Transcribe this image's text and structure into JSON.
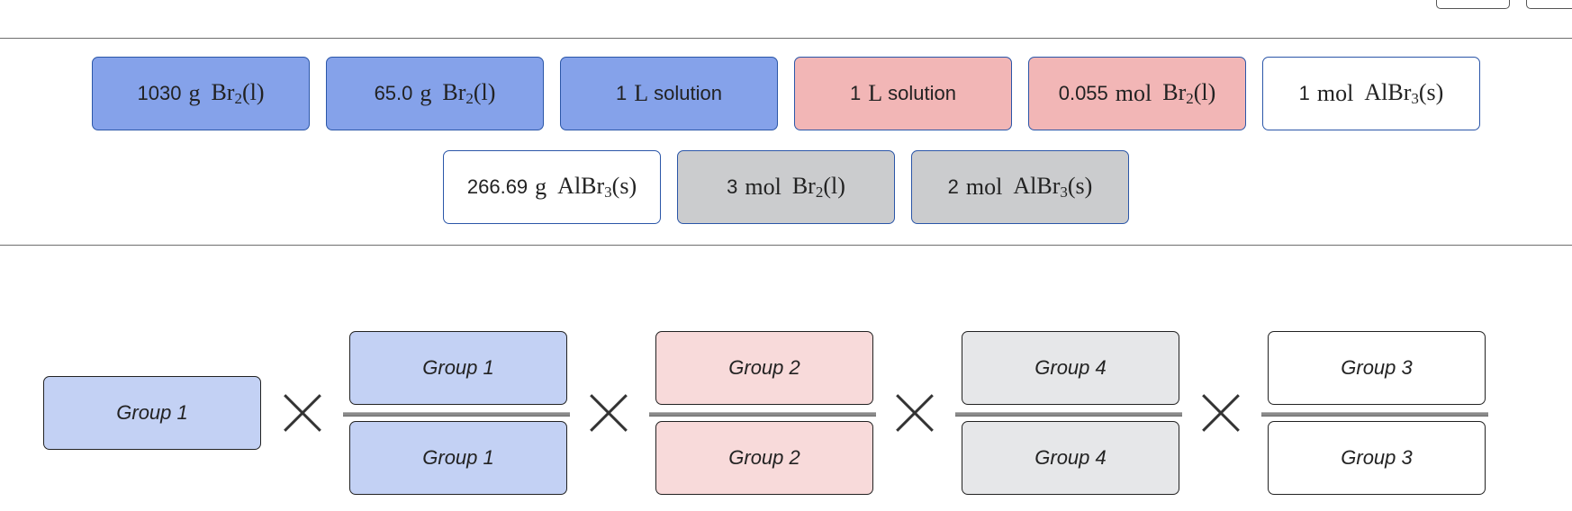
{
  "colors": {
    "blue_fill": "#85a2ea",
    "pink_fill": "#f2b6b6",
    "gray_fill": "#cbccce",
    "white_fill": "#ffffff",
    "tile_border": "#2b56a8",
    "slot_blue": "#c3d1f4",
    "slot_pink": "#f8dada",
    "slot_gray": "#e6e7e9",
    "slot_white": "#ffffff"
  },
  "tile_bank": {
    "row1": [
      {
        "num": "1030",
        "unit": "g",
        "species": "Br",
        "sub": "2",
        "state": "(l)",
        "text": "",
        "color": "blue"
      },
      {
        "num": "65.0",
        "unit": "g",
        "species": "Br",
        "sub": "2",
        "state": "(l)",
        "text": "",
        "color": "blue"
      },
      {
        "num": "1",
        "unit": "L",
        "species": "",
        "sub": "",
        "state": "",
        "text": "solution",
        "color": "blue"
      },
      {
        "num": "1",
        "unit": "L",
        "species": "",
        "sub": "",
        "state": "",
        "text": "solution",
        "color": "pink"
      },
      {
        "num": "0.055",
        "unit": "mol",
        "species": "Br",
        "sub": "2",
        "state": "(l)",
        "text": "",
        "color": "pink"
      },
      {
        "num": "1",
        "unit": "mol",
        "species": "AlBr",
        "sub": "3",
        "state": "(s)",
        "text": "",
        "color": "white"
      }
    ],
    "row2": [
      {
        "num": "266.69",
        "unit": "g",
        "species": "AlBr",
        "sub": "3",
        "state": "(s)",
        "text": "",
        "color": "white"
      },
      {
        "num": "3",
        "unit": "mol",
        "species": "Br",
        "sub": "2",
        "state": "(l)",
        "text": "",
        "color": "gray"
      },
      {
        "num": "2",
        "unit": "mol",
        "species": "AlBr",
        "sub": "3",
        "state": "(s)",
        "text": "",
        "color": "gray"
      }
    ]
  },
  "equation": {
    "start": {
      "label": "Group 1",
      "color": "blue"
    },
    "fractions": [
      {
        "numerator": "Group 1",
        "denominator": "Group 1",
        "color": "blue"
      },
      {
        "numerator": "Group 2",
        "denominator": "Group 2",
        "color": "pink"
      },
      {
        "numerator": "Group 4",
        "denominator": "Group 4",
        "color": "gray"
      },
      {
        "numerator": "Group 3",
        "denominator": "Group 3",
        "color": "white"
      }
    ]
  }
}
